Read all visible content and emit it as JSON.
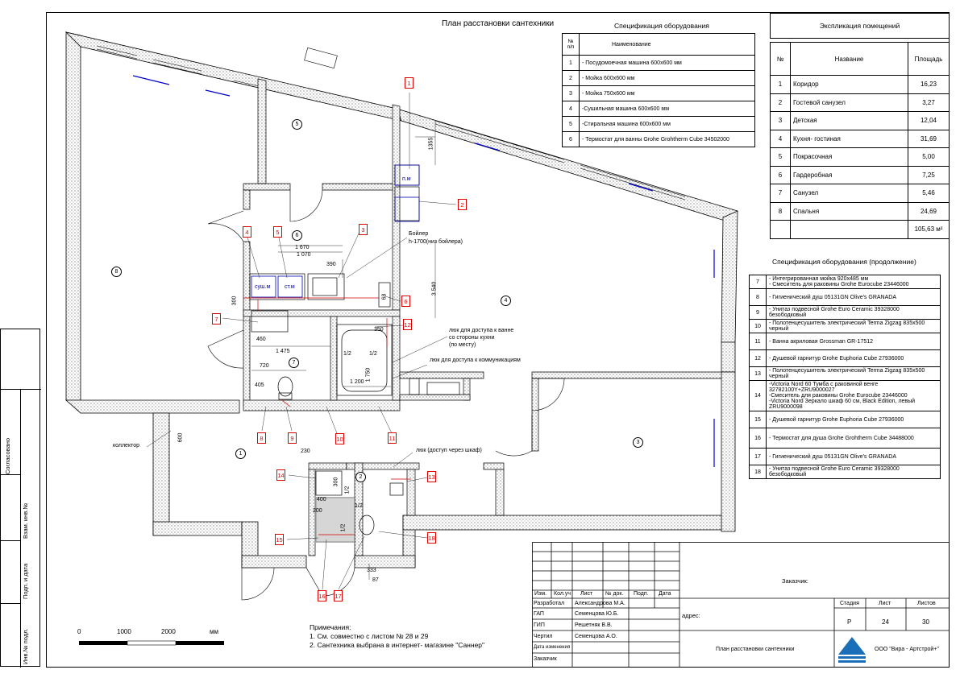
{
  "plan_title": "План расстановки сантехники",
  "spec1": {
    "title": "Спецификация оборудования",
    "col_no": "№ п/п",
    "col_name": "Наименование",
    "rows": [
      {
        "no": "1",
        "name": "- Посудомоечная машина 600х600 мм"
      },
      {
        "no": "2",
        "name": "- Мойка 600х600 мм"
      },
      {
        "no": "3",
        "name": "- Мойка 750х600 мм"
      },
      {
        "no": "4",
        "name": "-Сушильная машина 600х600 мм"
      },
      {
        "no": "5",
        "name": "-Стиральная машина 600х600 мм"
      },
      {
        "no": "6",
        "name": "- Термостат для ванны Grohe Grohtherm Cube 34502000"
      }
    ]
  },
  "explication": {
    "title": "Экспликация помещений",
    "col_no": "№",
    "col_name": "Название",
    "col_area": "Площадь",
    "rows": [
      {
        "no": "1",
        "name": "Коридор",
        "area": "16,23"
      },
      {
        "no": "2",
        "name": "Гостевой санузел",
        "area": "3,27"
      },
      {
        "no": "3",
        "name": "Детская",
        "area": "12,04"
      },
      {
        "no": "4",
        "name": "Кухня- гостиная",
        "area": "31,69"
      },
      {
        "no": "5",
        "name": "Покрасочная",
        "area": "5,00"
      },
      {
        "no": "6",
        "name": "Гардеробная",
        "area": "7,25"
      },
      {
        "no": "7",
        "name": "Санузел",
        "area": "5,46"
      },
      {
        "no": "8",
        "name": "Спальня",
        "area": "24,69"
      }
    ],
    "total": "105,63 м²"
  },
  "spec2": {
    "title": "Спецификация оборудования (продолжение)",
    "rows": [
      {
        "no": "7",
        "name": "- Интегрированная мойка 920х485 мм\n- Смеситель для раковины Grohe Eurocube 23446000"
      },
      {
        "no": "8",
        "name": "- Гигиенический душ 05131GN Olive's GRANADA"
      },
      {
        "no": "9",
        "name": "- Унитаз подвесной Grohe Euro Ceramic 39328000 безободковый"
      },
      {
        "no": "10",
        "name": "- Полотенцесушитель электрический Terma Zigzag 835х500 черный"
      },
      {
        "no": "11",
        "name": "- Ванна акриловая Grossman GR-17512"
      },
      {
        "no": "12",
        "name": "- Душевой гарнитур Grohe Euphoria Cube 27936000"
      },
      {
        "no": "13",
        "name": "- Полотенцесушитель электрический Terma Zigzag 835х500 черный"
      },
      {
        "no": "14",
        "name": "-Victoria Nord 60 Тумба с раковиной венге 32782100Y+ZRU9000027\n-Смеситель для раковины Grohe Eurocube 23446000\n-Victoria Nord Зеркало шкаф 60 см, Black Edition, левый ZRU9000098"
      },
      {
        "no": "15",
        "name": "- Душевой гарнитур Grohe Euphoria Cube 27936000"
      },
      {
        "no": "16",
        "name": "- Термостат для душа Grohe Grohtherm Cube 34488000"
      },
      {
        "no": "17",
        "name": "- Гигиенический душ 05131GN Olive's GRANADA"
      },
      {
        "no": "18",
        "name": "- Унитаз подвесной Grohe Euro Ceramic 39328000 безободковый"
      }
    ]
  },
  "notes": {
    "title": "Примечания:",
    "line1": "1. См. совместно с листом № 28 и 29",
    "line2": "2. Сантехника выбрана в интернет- магазине \"Саннер\""
  },
  "scale": {
    "t0": "0",
    "t1": "1000",
    "t2": "2000",
    "unit": "мм"
  },
  "stamp": {
    "izm": "Изм.",
    "kol": "Кол.уч",
    "list": "Лист",
    "ndok": "№ док.",
    "podp": "Подп.",
    "data": "Дата",
    "r1": "Разработал",
    "r1n": "Александрова М.А.",
    "r2": "ГАП",
    "r2n": "Семенцова Ю.Б.",
    "r3": "ГИП",
    "r3n": "Решетняк В.В.",
    "r4": "Чертил",
    "r4n": "Семенцова А.О.",
    "r5": "Дата изменения",
    "r6": "Заказчик",
    "customer": "Заказчик: ",
    "address": "адрес:",
    "stage_h": "Стадия",
    "sheet_h": "Лист",
    "sheets_h": "Листов",
    "stage": "Р",
    "sheet": "24",
    "sheets": "30",
    "doc_title": "План расстановки сантехники",
    "company": "ООО \"Вира - Артстрой+\""
  },
  "side": {
    "a": "Согласовано",
    "b": "Взам. инв.№",
    "c": "Подп. и дата",
    "d": "Инв.№ подл."
  },
  "plan": {
    "rooms": [
      "1",
      "2",
      "3",
      "4",
      "5",
      "6",
      "7",
      "8"
    ],
    "tags": [
      "1",
      "2",
      "3",
      "4",
      "5",
      "6",
      "7",
      "8",
      "9",
      "10",
      "11",
      "12",
      "13",
      "14",
      "15",
      "16",
      "17",
      "18"
    ],
    "labels": {
      "pm": "п.м",
      "sush": "суш.м",
      "st": "ст.м",
      "boiler": "Бойлер",
      "boiler_h": "h-1700(низ бойлера)",
      "hatch1a": "люк для доступа к ванне",
      "hatch1b": "со стороны кухни",
      "hatch1c": "(по месту)",
      "hatch2": "люк для доступа к коммуникациям",
      "hatch3": "люк (доступ через шкаф)",
      "collector": "коллектор",
      "d1355": "1355",
      "d1670": "1 670",
      "d1070": "1 070",
      "d390": "390",
      "d3540": "3 540",
      "d300": "300",
      "d63": "63",
      "d460": "460",
      "d1475": "1 475",
      "d720": "720",
      "d405": "405",
      "d350": "350",
      "d1750": "1 750",
      "d1200": "1 200",
      "d12a": "1/2",
      "d12b": "1/2",
      "d600": "600",
      "d230": "230",
      "d300b": "300",
      "d400": "400",
      "d200": "200",
      "d12c": "1/2",
      "d12d": "1/2",
      "d333": "333",
      "d87": "87",
      "d12e": "1/2"
    }
  }
}
